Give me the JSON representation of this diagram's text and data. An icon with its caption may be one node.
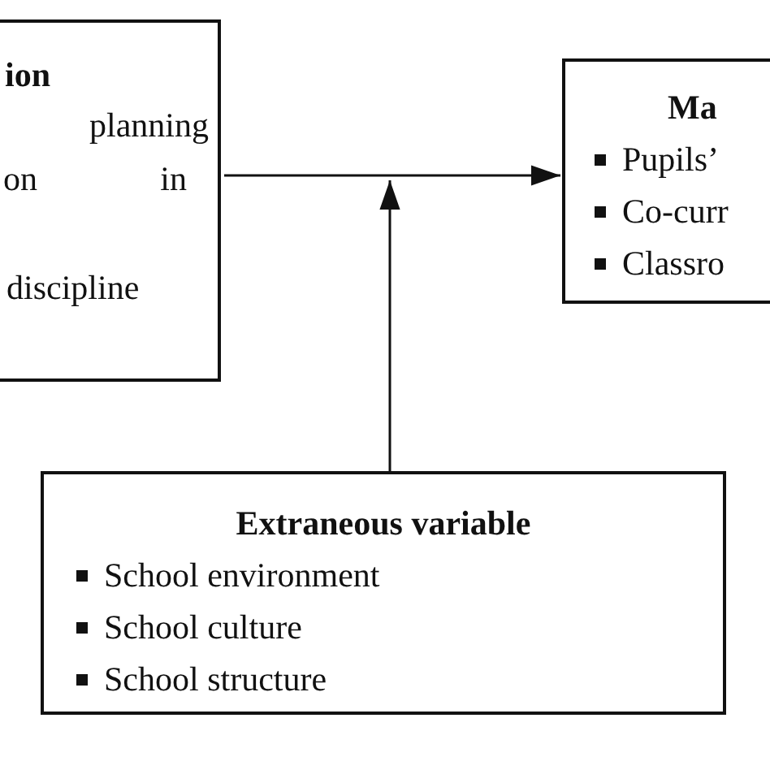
{
  "diagram": {
    "nodes": [
      {
        "text": [
          "ion",
          "planning",
          "on in",
          "discipline"
        ]
      },
      {
        "text": [
          "Ma",
          "Pupils’",
          "Co-curr",
          "Classro"
        ]
      },
      {
        "text": [
          "Extraneous variable",
          "School environment",
          "School culture",
          "School structure"
        ]
      }
    ],
    "edges": [
      {
        "from": 0,
        "to": 1,
        "arrow": "to"
      },
      {
        "from": 2,
        "to": null,
        "arrow": "to"
      }
    ]
  }
}
